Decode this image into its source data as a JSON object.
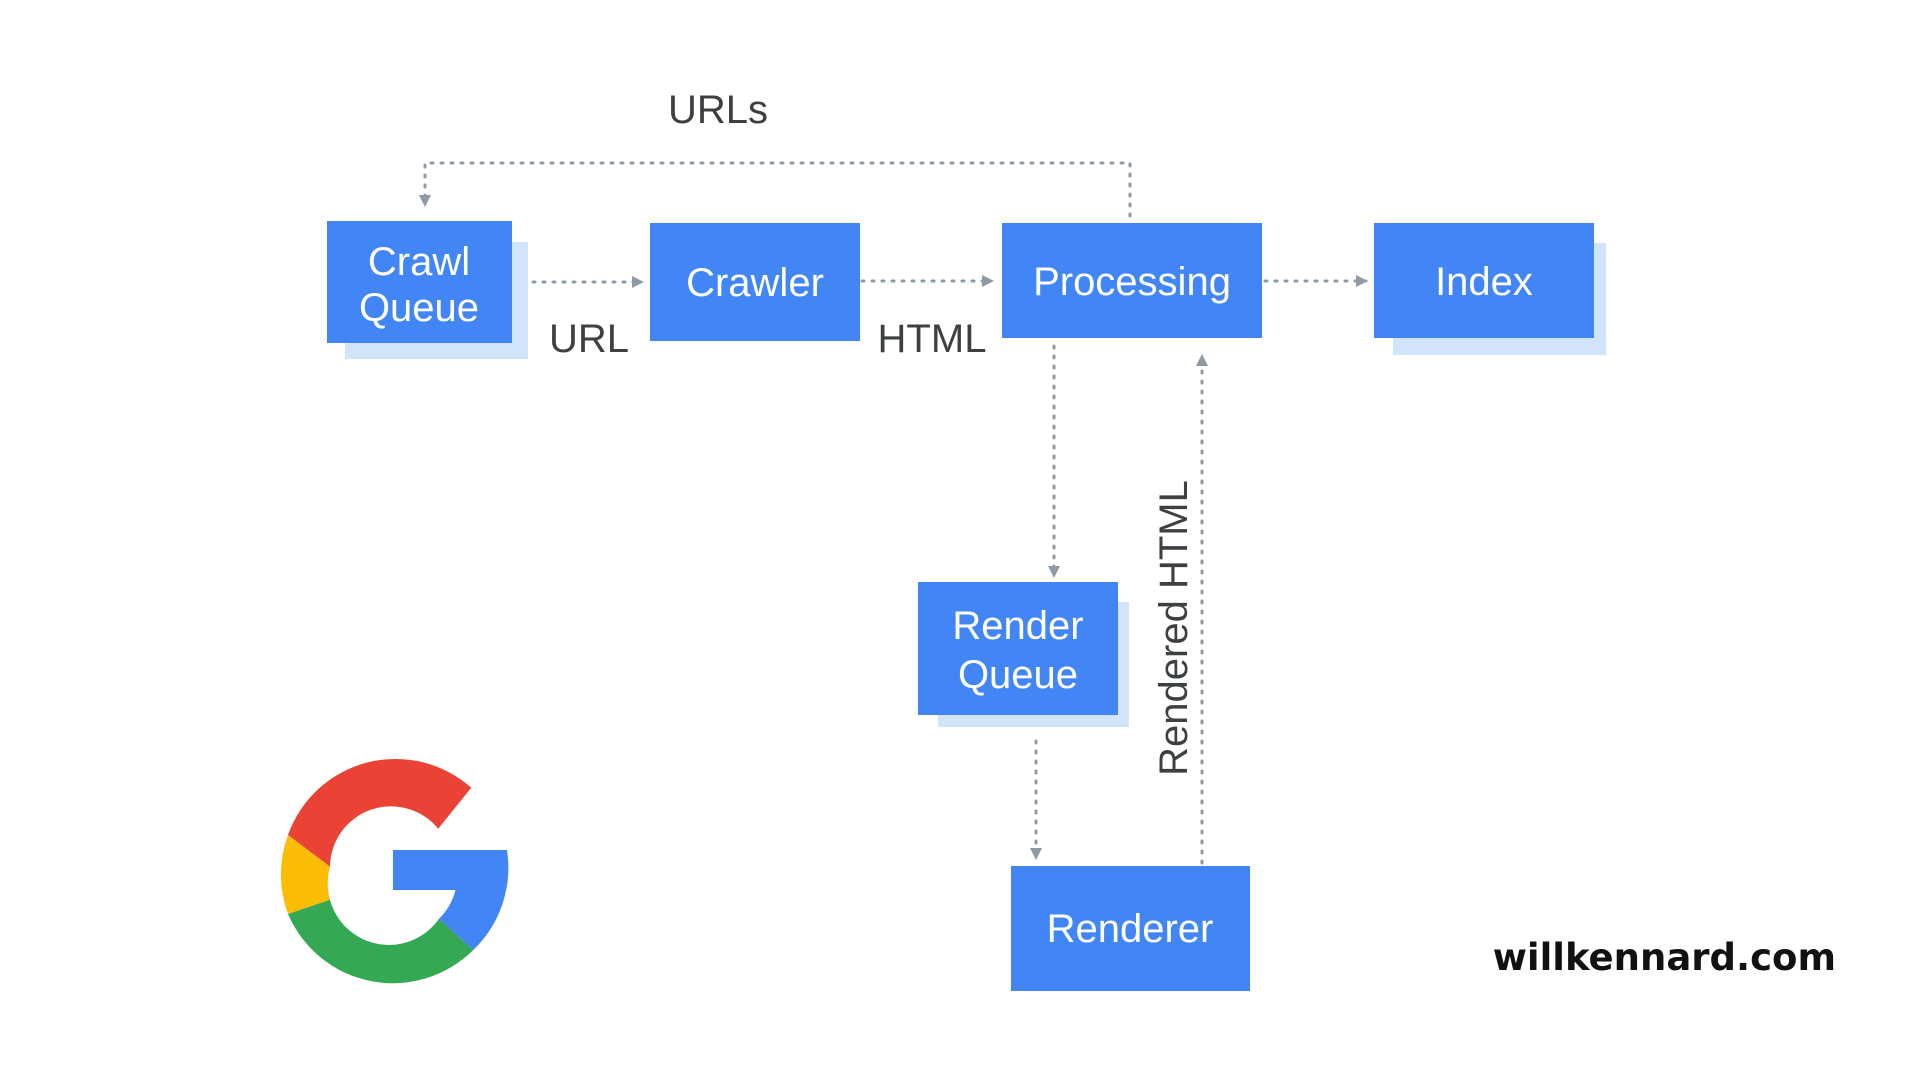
{
  "nodes": {
    "crawl_queue": {
      "line1": "Crawl",
      "line2": "Queue"
    },
    "crawler": {
      "label": "Crawler"
    },
    "processing": {
      "label": "Processing"
    },
    "index": {
      "label": "Index"
    },
    "render_queue": {
      "line1": "Render",
      "line2": "Queue"
    },
    "renderer": {
      "label": "Renderer"
    }
  },
  "edges": {
    "urls_feedback": "URLs",
    "url": "URL",
    "html": "HTML",
    "rendered_html": "Rendered HTML"
  },
  "logo": {
    "name": "google-g-logo",
    "colors": [
      "#ea4335",
      "#fbbc05",
      "#34a853",
      "#4285f4"
    ]
  },
  "watermark": "willkennard.com",
  "colors": {
    "box": "#4285f4",
    "box_shadow": "#d2e3fc",
    "connector": "#8e9aa6",
    "label_text": "#3c4043"
  }
}
